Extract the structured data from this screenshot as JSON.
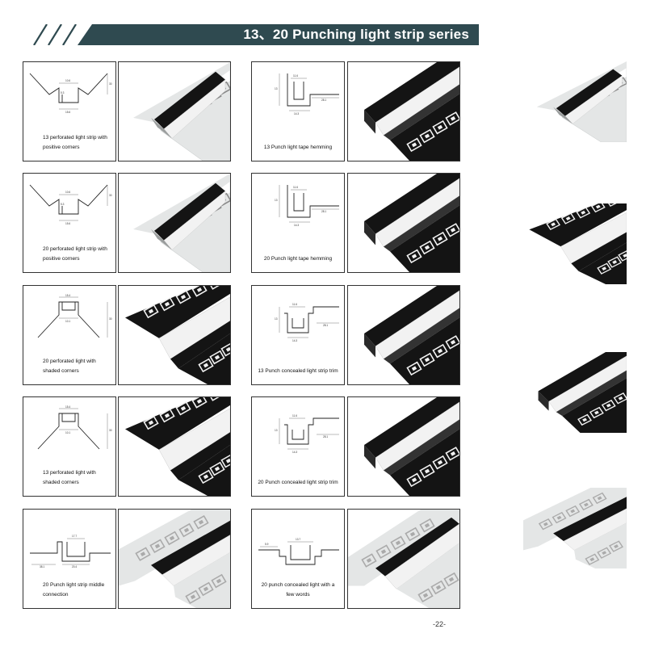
{
  "header": {
    "title": "13、20 Punching light strip series"
  },
  "rows": [
    [
      {
        "caption": "13 perforated light strip with positive corners",
        "profile": "positive"
      },
      {
        "caption": "13 Punch light tape hemming",
        "profile": "hemming"
      }
    ],
    [
      {
        "caption": "20 perforated light strip with positive corners",
        "profile": "positive"
      },
      {
        "caption": "20 Punch light tape hemming",
        "profile": "hemming"
      }
    ],
    [
      {
        "caption": "20 perforated light with shaded corners",
        "profile": "shaded"
      },
      {
        "caption": "13 Punch concealed light strip trim",
        "profile": "concealed"
      }
    ],
    [
      {
        "caption": "13 perforated light with shaded corners",
        "profile": "shaded"
      },
      {
        "caption": "20 Punch concealed light strip trim",
        "profile": "concealed"
      }
    ],
    [
      {
        "caption": "20 Punch light strip middle connection",
        "profile": "middle"
      },
      {
        "caption": "20 punch concealed light with a few words",
        "profile": "words"
      }
    ]
  ],
  "colors": {
    "banner": "#2f4a50",
    "aluminum": "#e4e6e6",
    "black": "#141414",
    "diffuser": "#f2f2f2"
  },
  "footer": {
    "page_number": "-22-"
  }
}
